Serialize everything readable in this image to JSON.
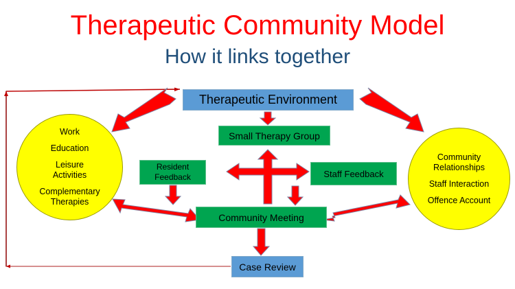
{
  "header": {
    "title": "Therapeutic Community Model",
    "subtitle": "How it links together",
    "title_color": "#FF0000",
    "subtitle_color": "#1F4E79"
  },
  "colors": {
    "arrow_red": "#FF0000",
    "arrow_outline": "#7F7F9F",
    "thin_loop_line": "#C00000",
    "box_blue": "#5B9BD5",
    "box_green": "#00A550",
    "circle_yellow": "#FFFF00",
    "text_black": "#000000"
  },
  "nodes": {
    "therapeutic_environment": {
      "label": "Therapeutic Environment",
      "shape": "rectangle",
      "fill": "#5B9BD5"
    },
    "small_therapy_group": {
      "label": "Small Therapy Group",
      "shape": "rectangle",
      "fill": "#00A550"
    },
    "resident_feedback": {
      "label": "Resident\nFeedback",
      "line1": "Resident",
      "line2": "Feedback",
      "shape": "rectangle",
      "fill": "#00A550"
    },
    "staff_feedback": {
      "label": "Staff Feedback",
      "shape": "rectangle",
      "fill": "#00A550"
    },
    "community_meeting": {
      "label": "Community Meeting",
      "shape": "rectangle",
      "fill": "#00A550"
    },
    "case_review": {
      "label": "Case Review",
      "shape": "rectangle",
      "fill": "#5B9BD5"
    },
    "left_circle": {
      "shape": "ellipse",
      "fill": "#FFFF00",
      "items": [
        {
          "line1": "Work"
        },
        {
          "line1": "Education"
        },
        {
          "line1": "Leisure",
          "line2": "Activities"
        },
        {
          "line1": "Complementary",
          "line2": "Therapies"
        }
      ]
    },
    "right_circle": {
      "shape": "ellipse",
      "fill": "#FFFF00",
      "items": [
        {
          "line1": "Community",
          "line2": "Relationships"
        },
        {
          "line1": "Staff Interaction"
        },
        {
          "line1": "Offence Account"
        }
      ]
    }
  },
  "connectors": [
    {
      "name": "therapeutic-environment-to-left-circle",
      "from": "therapeutic_environment",
      "to": "left_circle",
      "style": "thick-red",
      "heads": "both"
    },
    {
      "name": "therapeutic-environment-to-right-circle",
      "from": "therapeutic_environment",
      "to": "right_circle",
      "style": "thick-red",
      "heads": "both"
    },
    {
      "name": "therapeutic-environment-to-small-therapy-group",
      "from": "therapeutic_environment",
      "to": "small_therapy_group",
      "style": "thick-red",
      "heads": "end"
    },
    {
      "name": "three-way-feedback-arrow",
      "from": "community_meeting",
      "to": "small_therapy_group",
      "style": "thick-red",
      "heads": "three-way"
    },
    {
      "name": "resident-feedback-to-community-meeting",
      "from": "resident_feedback",
      "to": "community_meeting",
      "style": "thick-red",
      "heads": "end"
    },
    {
      "name": "staff-feedback-to-community-meeting",
      "from": "staff_feedback",
      "to": "community_meeting",
      "style": "thick-red",
      "heads": "end"
    },
    {
      "name": "left-circle-to-community-meeting",
      "from": "left_circle",
      "to": "community_meeting",
      "style": "thick-red",
      "heads": "both"
    },
    {
      "name": "community-meeting-to-right-circle",
      "from": "community_meeting",
      "to": "right_circle",
      "style": "thick-red",
      "heads": "both"
    },
    {
      "name": "community-meeting-to-case-review",
      "from": "community_meeting",
      "to": "case_review",
      "style": "thick-red",
      "heads": "end"
    },
    {
      "name": "case-review-feedback-loop",
      "from": "case_review",
      "to": "therapeutic_environment",
      "style": "thin-red-loop",
      "heads": "both"
    }
  ]
}
